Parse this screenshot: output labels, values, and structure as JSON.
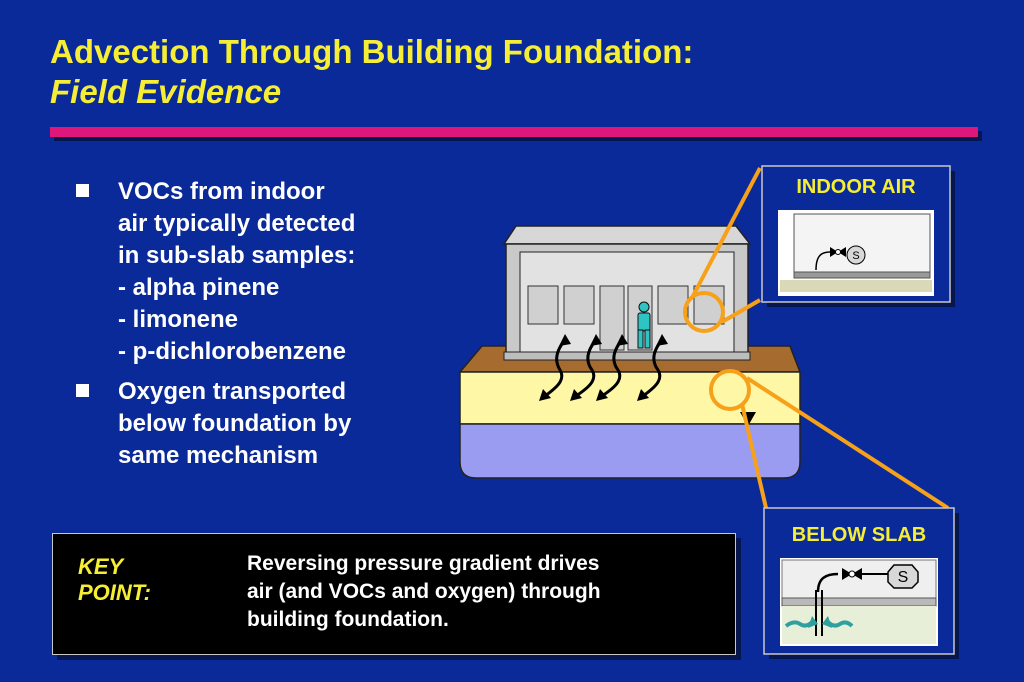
{
  "title": {
    "main": "Advection Through Building Foundation:",
    "sub": "Field Evidence"
  },
  "bullets": [
    {
      "lines": [
        "VOCs from indoor",
        "air typically detected",
        "in sub-slab samples:",
        "- alpha pinene",
        "- limonene",
        "- p-dichlorobenzene"
      ]
    },
    {
      "lines": [
        "Oxygen transported",
        "below foundation by",
        "same mechanism"
      ]
    }
  ],
  "panels": {
    "indoor": {
      "label": "INDOOR AIR",
      "sampler": "S"
    },
    "below": {
      "label": "BELOW SLAB",
      "sampler": "S"
    }
  },
  "key_point": {
    "label_line1": "KEY",
    "label_line2": "POINT:",
    "text_lines": [
      "Reversing pressure gradient drives",
      "air (and VOCs and oxygen) through",
      "building foundation."
    ]
  },
  "colors": {
    "background": "#0b2a9a",
    "title": "#f6ee34",
    "rule": "#e0177a",
    "soil_upper": "#fdf7a6",
    "soil_lower": "#9a9cf2",
    "ground_brown": "#a66b2e",
    "callout": "#f7a11a"
  }
}
